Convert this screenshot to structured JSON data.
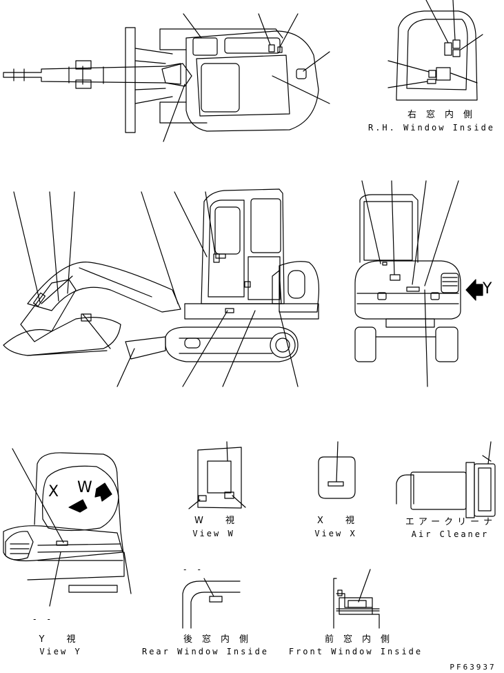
{
  "captions": {
    "rh_jp": "右窓内側",
    "rh_en": "R.H. Window Inside",
    "view_w_jp": "W 視",
    "view_w_en": "View W",
    "view_x_jp": "X 視",
    "view_x_en": "View X",
    "air_jp": "エアークリーナ",
    "air_en": "Air Cleaner",
    "view_y_jp": "Y 視",
    "view_y_en": "View Y",
    "rear_jp": "後窓内側",
    "rear_en": "Rear Window Inside",
    "front_jp": "前窓内側",
    "front_en": "Front Window Inside"
  },
  "markers": {
    "y": "Y",
    "x": "X",
    "w": "W"
  },
  "dashes": {
    "rear": "- -",
    "viewy": "- -"
  },
  "drawing_code": "PF63937"
}
